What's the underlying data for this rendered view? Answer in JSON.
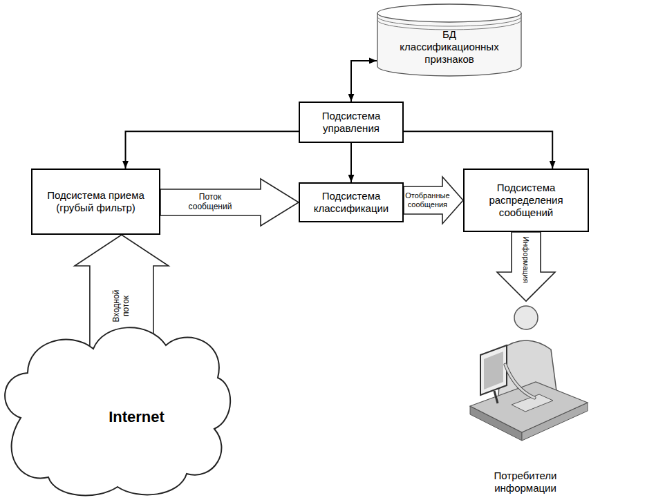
{
  "diagram": {
    "nodes": [
      {
        "text": [
          "БД классификационных признаков"
        ]
      },
      {
        "text": [
          "Подсистема управления"
        ]
      },
      {
        "text": [
          "Подсистема приема (грубый фильтр)"
        ]
      },
      {
        "text": [
          "Подсистема классификации"
        ]
      },
      {
        "text": [
          "Подсистема распределения сообщений"
        ]
      },
      {
        "text": [
          "Internet"
        ]
      },
      {
        "text": [
          "Потребители информации"
        ]
      }
    ],
    "edges": [
      {
        "from": 1,
        "to": 0,
        "arrow": "both"
      },
      {
        "from": 1,
        "to": 2,
        "arrow": "to"
      },
      {
        "from": 1,
        "to": 3,
        "arrow": "to"
      },
      {
        "from": 1,
        "to": 4,
        "arrow": "to"
      },
      {
        "from": 2,
        "to": 3,
        "label": "Поток сообщений",
        "arrow": "to"
      },
      {
        "from": 3,
        "to": 4,
        "label": "Отобранные сообщения",
        "arrow": "to"
      },
      {
        "from": 5,
        "to": 2,
        "label": "Входной поток",
        "arrow": "to"
      },
      {
        "from": 4,
        "to": 6,
        "label": "Информация",
        "arrow": "to"
      }
    ]
  }
}
